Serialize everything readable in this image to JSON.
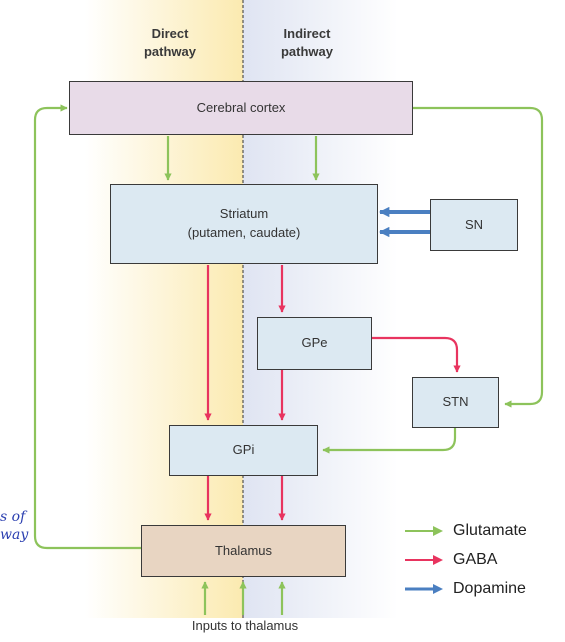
{
  "pathways": {
    "direct": "Direct\npathway",
    "indirect": "Indirect\npathway"
  },
  "boxes": {
    "cortex": "Cerebral cortex",
    "striatum": "Striatum\n(putamen, caudate)",
    "sn": "SN",
    "gpe": "GPe",
    "stn": "STN",
    "gpi": "GPi",
    "thalamus": "Thalamus"
  },
  "inputs_label": "Inputs to thalamus",
  "legend": [
    {
      "label": "Glutamate",
      "color": "#8dc35b",
      "icon": "green-arrow-icon"
    },
    {
      "label": "GABA",
      "color": "#e8345f",
      "icon": "red-arrow-icon"
    },
    {
      "label": "Dopamine",
      "color": "#4a7fc1",
      "icon": "blue-arrow-icon"
    }
  ],
  "annotation": "s of\nway",
  "colors": {
    "glutamate": "#8dc35b",
    "gaba": "#e8345f",
    "dopamine": "#4a7fc1",
    "cortex_fill": "#e8dbe8",
    "nucleus_fill": "#dce9f2",
    "thalamus_fill": "#e8d5c2"
  }
}
